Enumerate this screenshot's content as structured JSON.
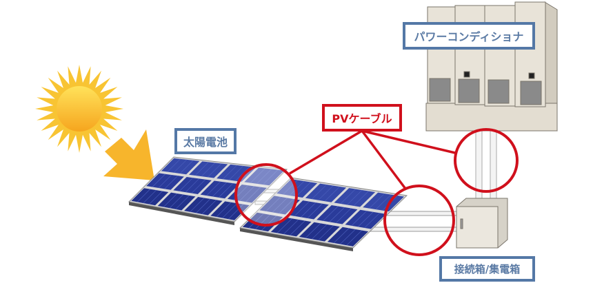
{
  "labels": {
    "inverter": "パワーコンディショナ",
    "pv_cable": "PVケーブル",
    "solar_cell": "太陽電池",
    "junction_box": "接続箱/集電箱"
  },
  "colors": {
    "label_blue": "#5478a6",
    "callout_red": "#d0101c",
    "sun": "#f7b52c",
    "panel": "#2a3a9a",
    "cabinet": "#e6e1d6"
  }
}
